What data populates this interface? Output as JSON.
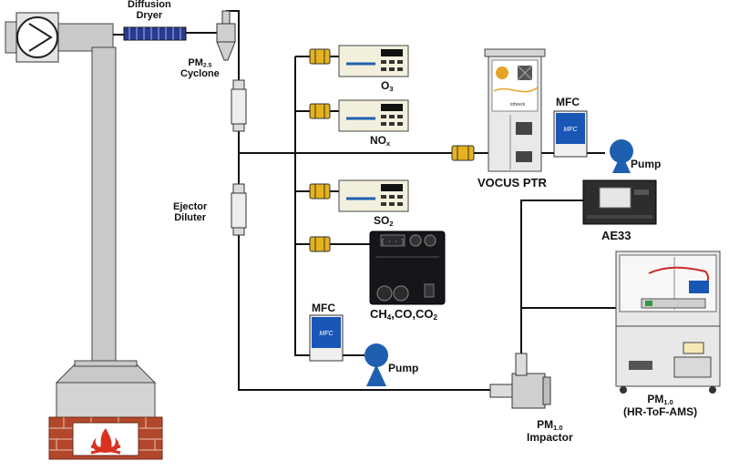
{
  "labels": {
    "diffusion_dryer": [
      "Diffusion",
      "Dryer"
    ],
    "cyclone": {
      "pm": "PM",
      "pm_sub": "2.5",
      "name": "Cyclone"
    },
    "ejector_diluter": [
      "Ejector",
      "Diluter"
    ],
    "o3": {
      "main": "O",
      "sub": "3"
    },
    "nox": {
      "main": "NO",
      "sub": "x"
    },
    "so2": {
      "main": "SO",
      "sub": "2"
    },
    "ghg": {
      "p1": "CH",
      "s1": "4",
      "p2": ",CO,CO",
      "s2": "2"
    },
    "mfc_top": "MFC",
    "mfc_bottom": "MFC",
    "pump_top": "Pump",
    "pump_bottom": "Pump",
    "vocus": "VOCUS PTR",
    "ae33": "AE33",
    "ams": {
      "pm": "PM",
      "pm_sub": "1.0",
      "name": "(HR-ToF-AMS)"
    },
    "impactor": {
      "pm": "PM",
      "pm_sub": "1.0",
      "name": "Impactor"
    },
    "mfc_logo": "MFC",
    "vocus_logo": "tofwerk",
    "ghg_screen": "[ · · ]"
  },
  "colors": {
    "line": "#111111",
    "duct": "#c9c9c9",
    "pump_blue": "#1f5fb0",
    "mfc_blue": "#1a56b5",
    "fitting": "#e6b21e",
    "brick": "#b3472c",
    "flame": "#d8321f"
  }
}
